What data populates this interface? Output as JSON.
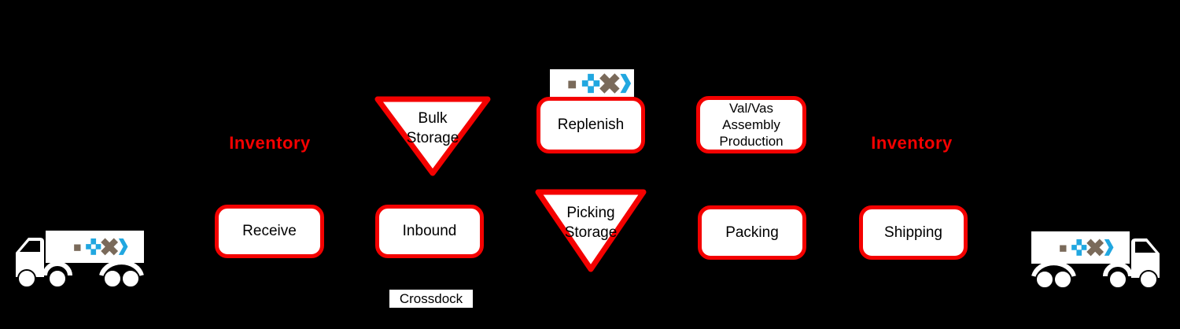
{
  "diagram": {
    "inventory_left": "Inventory",
    "inventory_right": "Inventory",
    "nodes": {
      "receive": "Receive",
      "inbound": "Inbound",
      "bulk_storage": "Bulk Storage",
      "replenish": "Replenish",
      "val_vas": "Val/Vas Assembly Production",
      "picking_storage": "Picking Storage",
      "packing": "Packing",
      "shipping": "Shipping",
      "crossdock": "Crossdock"
    }
  },
  "icons": {
    "truck_left": "truck-icon",
    "truck_right": "truck-icon",
    "brand_logo": "brand-logo-icon (square, plus, cross, chevron)"
  },
  "colors": {
    "background": "#000000",
    "node_border_red": "#f40100",
    "inventory_label_red": "#f40100",
    "node_fill_white": "#ffffff",
    "text_black": "#000000",
    "logo_blue": "#21a7e0",
    "logo_brown": "#7a6a5a",
    "truck_white": "#ffffff"
  }
}
